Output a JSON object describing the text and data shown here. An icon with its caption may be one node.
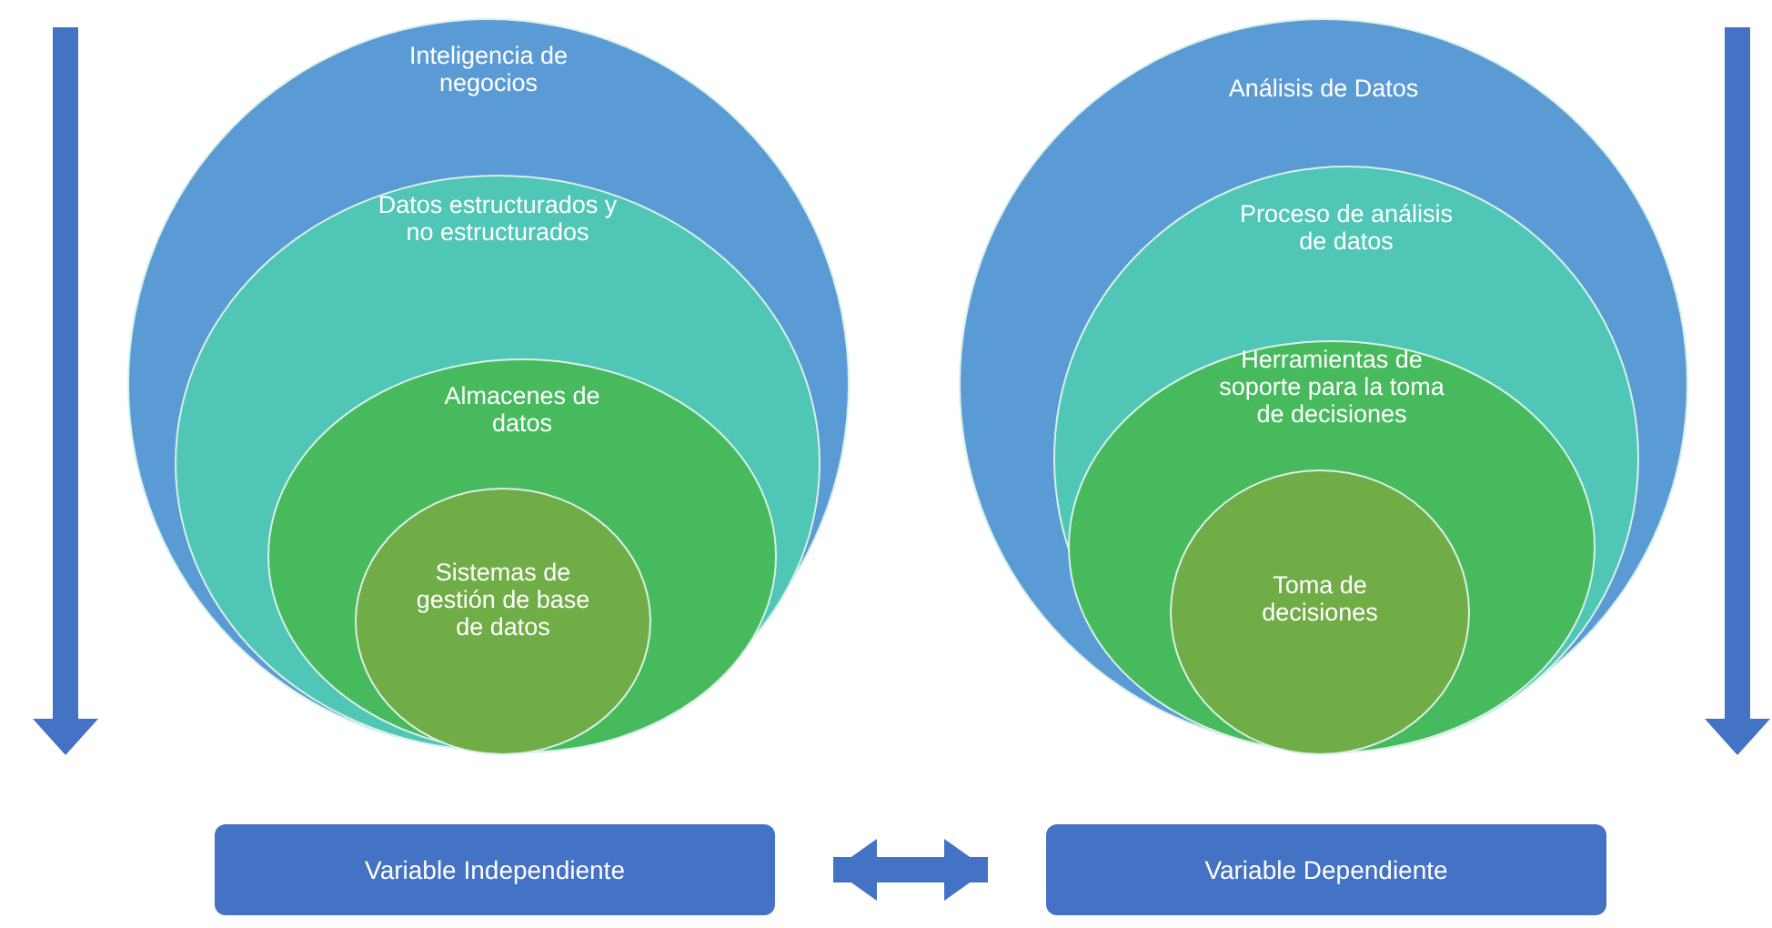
{
  "diagram": {
    "nodes": [
      {
        "text": [
          "Inteligencia de negocios"
        ]
      },
      {
        "text": [
          "Datos estructurados y no estructurados"
        ],
        "in": 0
      },
      {
        "text": [
          "Almacenes de datos"
        ],
        "in": 1
      },
      {
        "text": [
          "Sistemas de gestión de base de datos"
        ],
        "in": 2
      },
      {
        "text": [
          "Análisis de Datos"
        ]
      },
      {
        "text": [
          "Proceso de análisis de datos"
        ],
        "in": 4
      },
      {
        "text": [
          "Herramientas de soporte para la toma de decisiones"
        ],
        "in": 5
      },
      {
        "text": [
          "Toma de decisiones"
        ],
        "in": 6
      },
      {
        "text": [
          "Variable Independiente"
        ]
      },
      {
        "text": [
          "Variable Dependiente"
        ]
      }
    ],
    "edges": [
      {
        "from": 8,
        "to": 9,
        "arrow": "both"
      }
    ]
  }
}
